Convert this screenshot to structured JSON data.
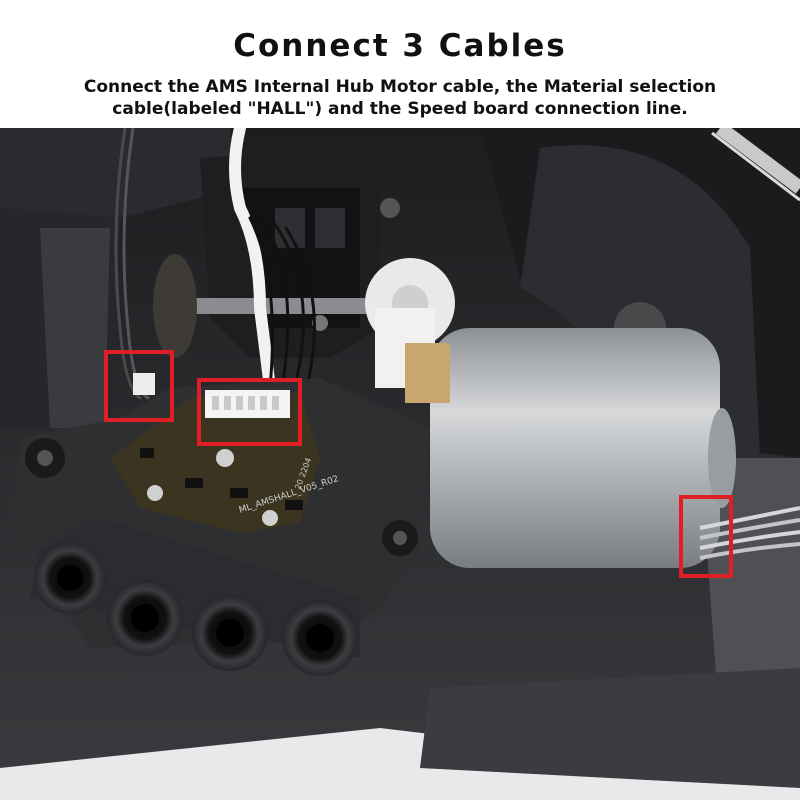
{
  "header": {
    "title": "Connect 3 Cables",
    "subtitle": "Connect the AMS Internal Hub Motor cable, the Material selection cable(labeled \"HALL\") and the Speed board connection line."
  },
  "photo": {
    "board_marking": "ML_AMSHALL_V05_R02",
    "board_date": "20 2204"
  },
  "callouts": [
    {
      "name": "material-selection-cable-connector"
    },
    {
      "name": "hall-board-connector"
    },
    {
      "name": "hub-motor-cable-connector"
    }
  ],
  "colors": {
    "callout": "#e01e26",
    "plastic": "#2e2f31",
    "pcb": "#3b3420",
    "motor": "#b9bcbf"
  }
}
